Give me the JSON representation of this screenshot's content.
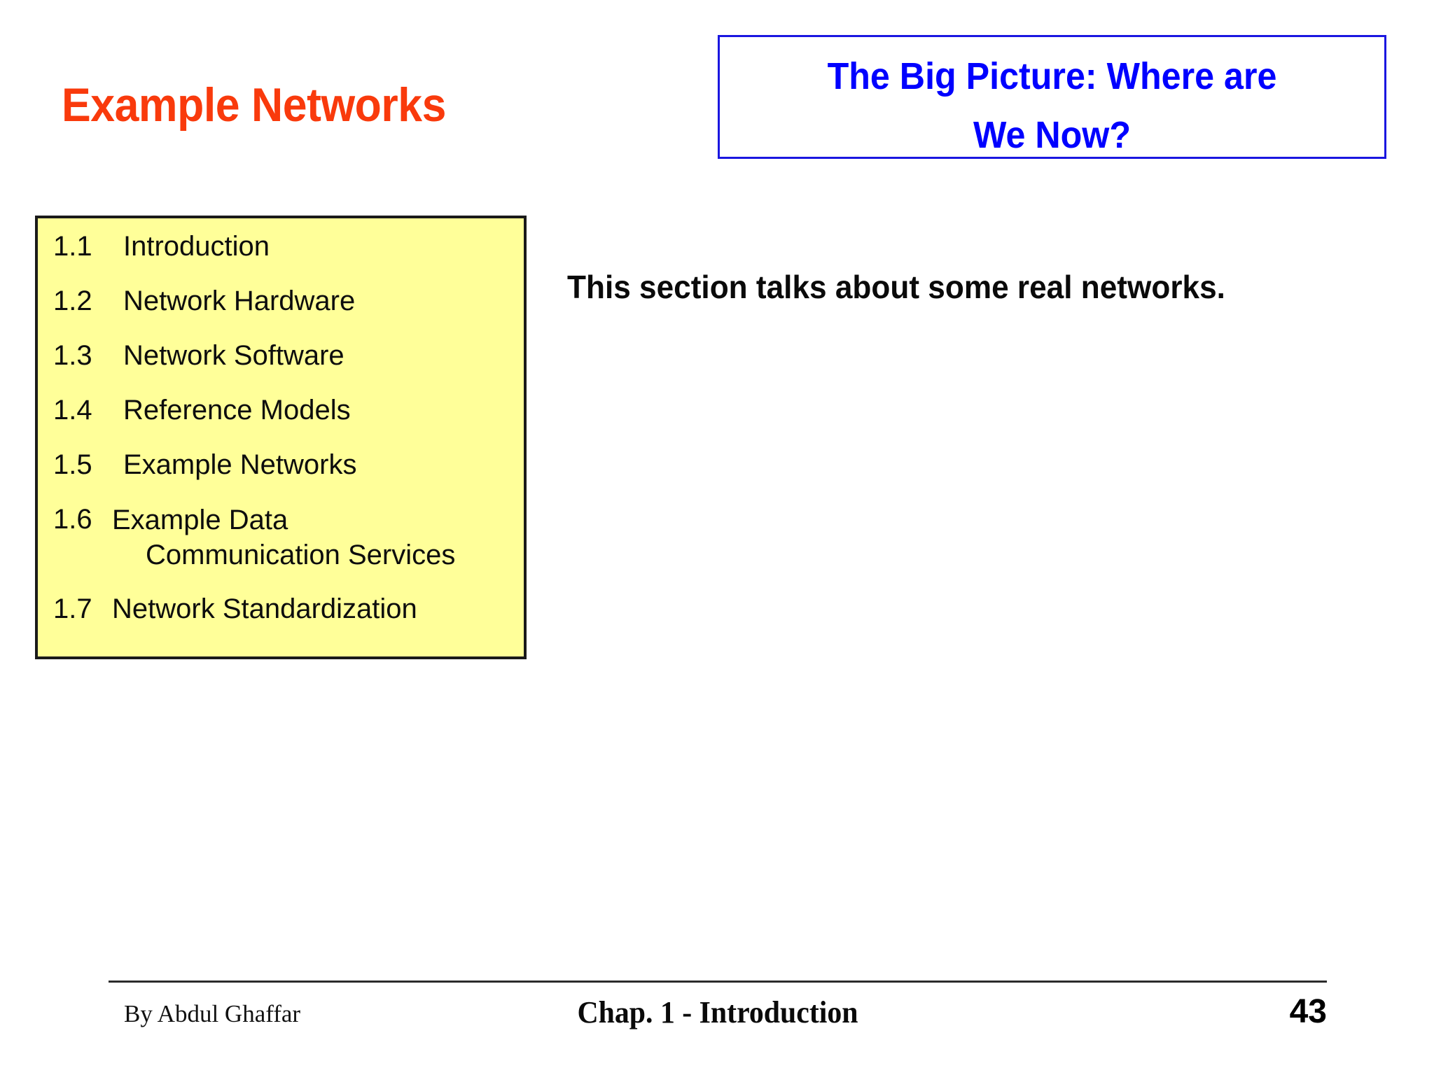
{
  "slide": {
    "title": "Example Networks",
    "title_color": "#f93a0c",
    "background_color": "#ffffff"
  },
  "big_picture": {
    "heading_line1": "The Big Picture: Where are",
    "heading_line2": "We Now?",
    "text_color": "#0000ff",
    "border_color": "#1a16e0"
  },
  "toc": {
    "background_color": "#ffff99",
    "border_color": "#1a1a1a",
    "items": [
      {
        "number": "1.1",
        "label": "Introduction",
        "label_cont": ""
      },
      {
        "number": "1.2",
        "label": "Network Hardware",
        "label_cont": ""
      },
      {
        "number": "1.3",
        "label": "Network Software",
        "label_cont": ""
      },
      {
        "number": "1.4",
        "label": "Reference Models",
        "label_cont": ""
      },
      {
        "number": "1.5",
        "label": "Example Networks",
        "label_cont": ""
      },
      {
        "number": "1.6",
        "label": "Example Data",
        "label_cont": "Communication Services"
      },
      {
        "number": "1.7",
        "label": "Network Standardization",
        "label_cont": ""
      }
    ]
  },
  "body": {
    "text": "This section talks about some real networks."
  },
  "footer": {
    "author": "By Abdul Ghaffar",
    "chapter": "Chap. 1 - Introduction",
    "page_number": "43"
  }
}
